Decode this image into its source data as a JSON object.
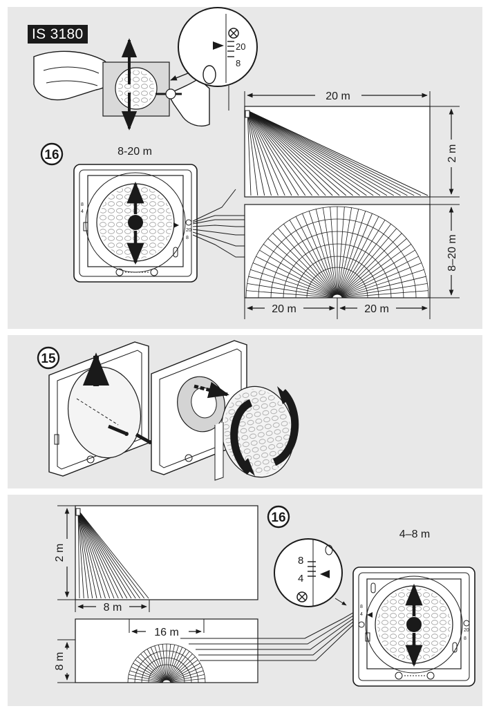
{
  "product_label": "IS 3180",
  "step_top": "16",
  "step_middle": "15",
  "step_bottom": "16",
  "top": {
    "range_title": "8-20 m",
    "scale_top": "20",
    "scale_bottom": "8",
    "side_dimension_width": "20 m",
    "side_dimension_height": "2 m",
    "plan_dimension_depth": "8–20 m",
    "plan_dimension_left": "20 m",
    "plan_dimension_right": "20 m",
    "dial_mark_top": "8",
    "dial_mark_bottom": "4",
    "dial_mark_right_top": "20",
    "dial_mark_right_bottom": "8"
  },
  "bottom": {
    "range_title": "4–8 m",
    "scale_top": "8",
    "scale_bottom": "4",
    "side_dimension_width": "8 m",
    "side_dimension_height": "2 m",
    "plan_dimension_width": "16 m",
    "plan_dimension_depth": "8 m",
    "dial_mark_left_top": "8",
    "dial_mark_left_bottom": "4",
    "dial_mark_right_top": "20",
    "dial_mark_right_bottom": "8"
  },
  "colors": {
    "panel": "#e8e8e8",
    "ink": "#1a1a1a",
    "paper": "#ffffff"
  }
}
